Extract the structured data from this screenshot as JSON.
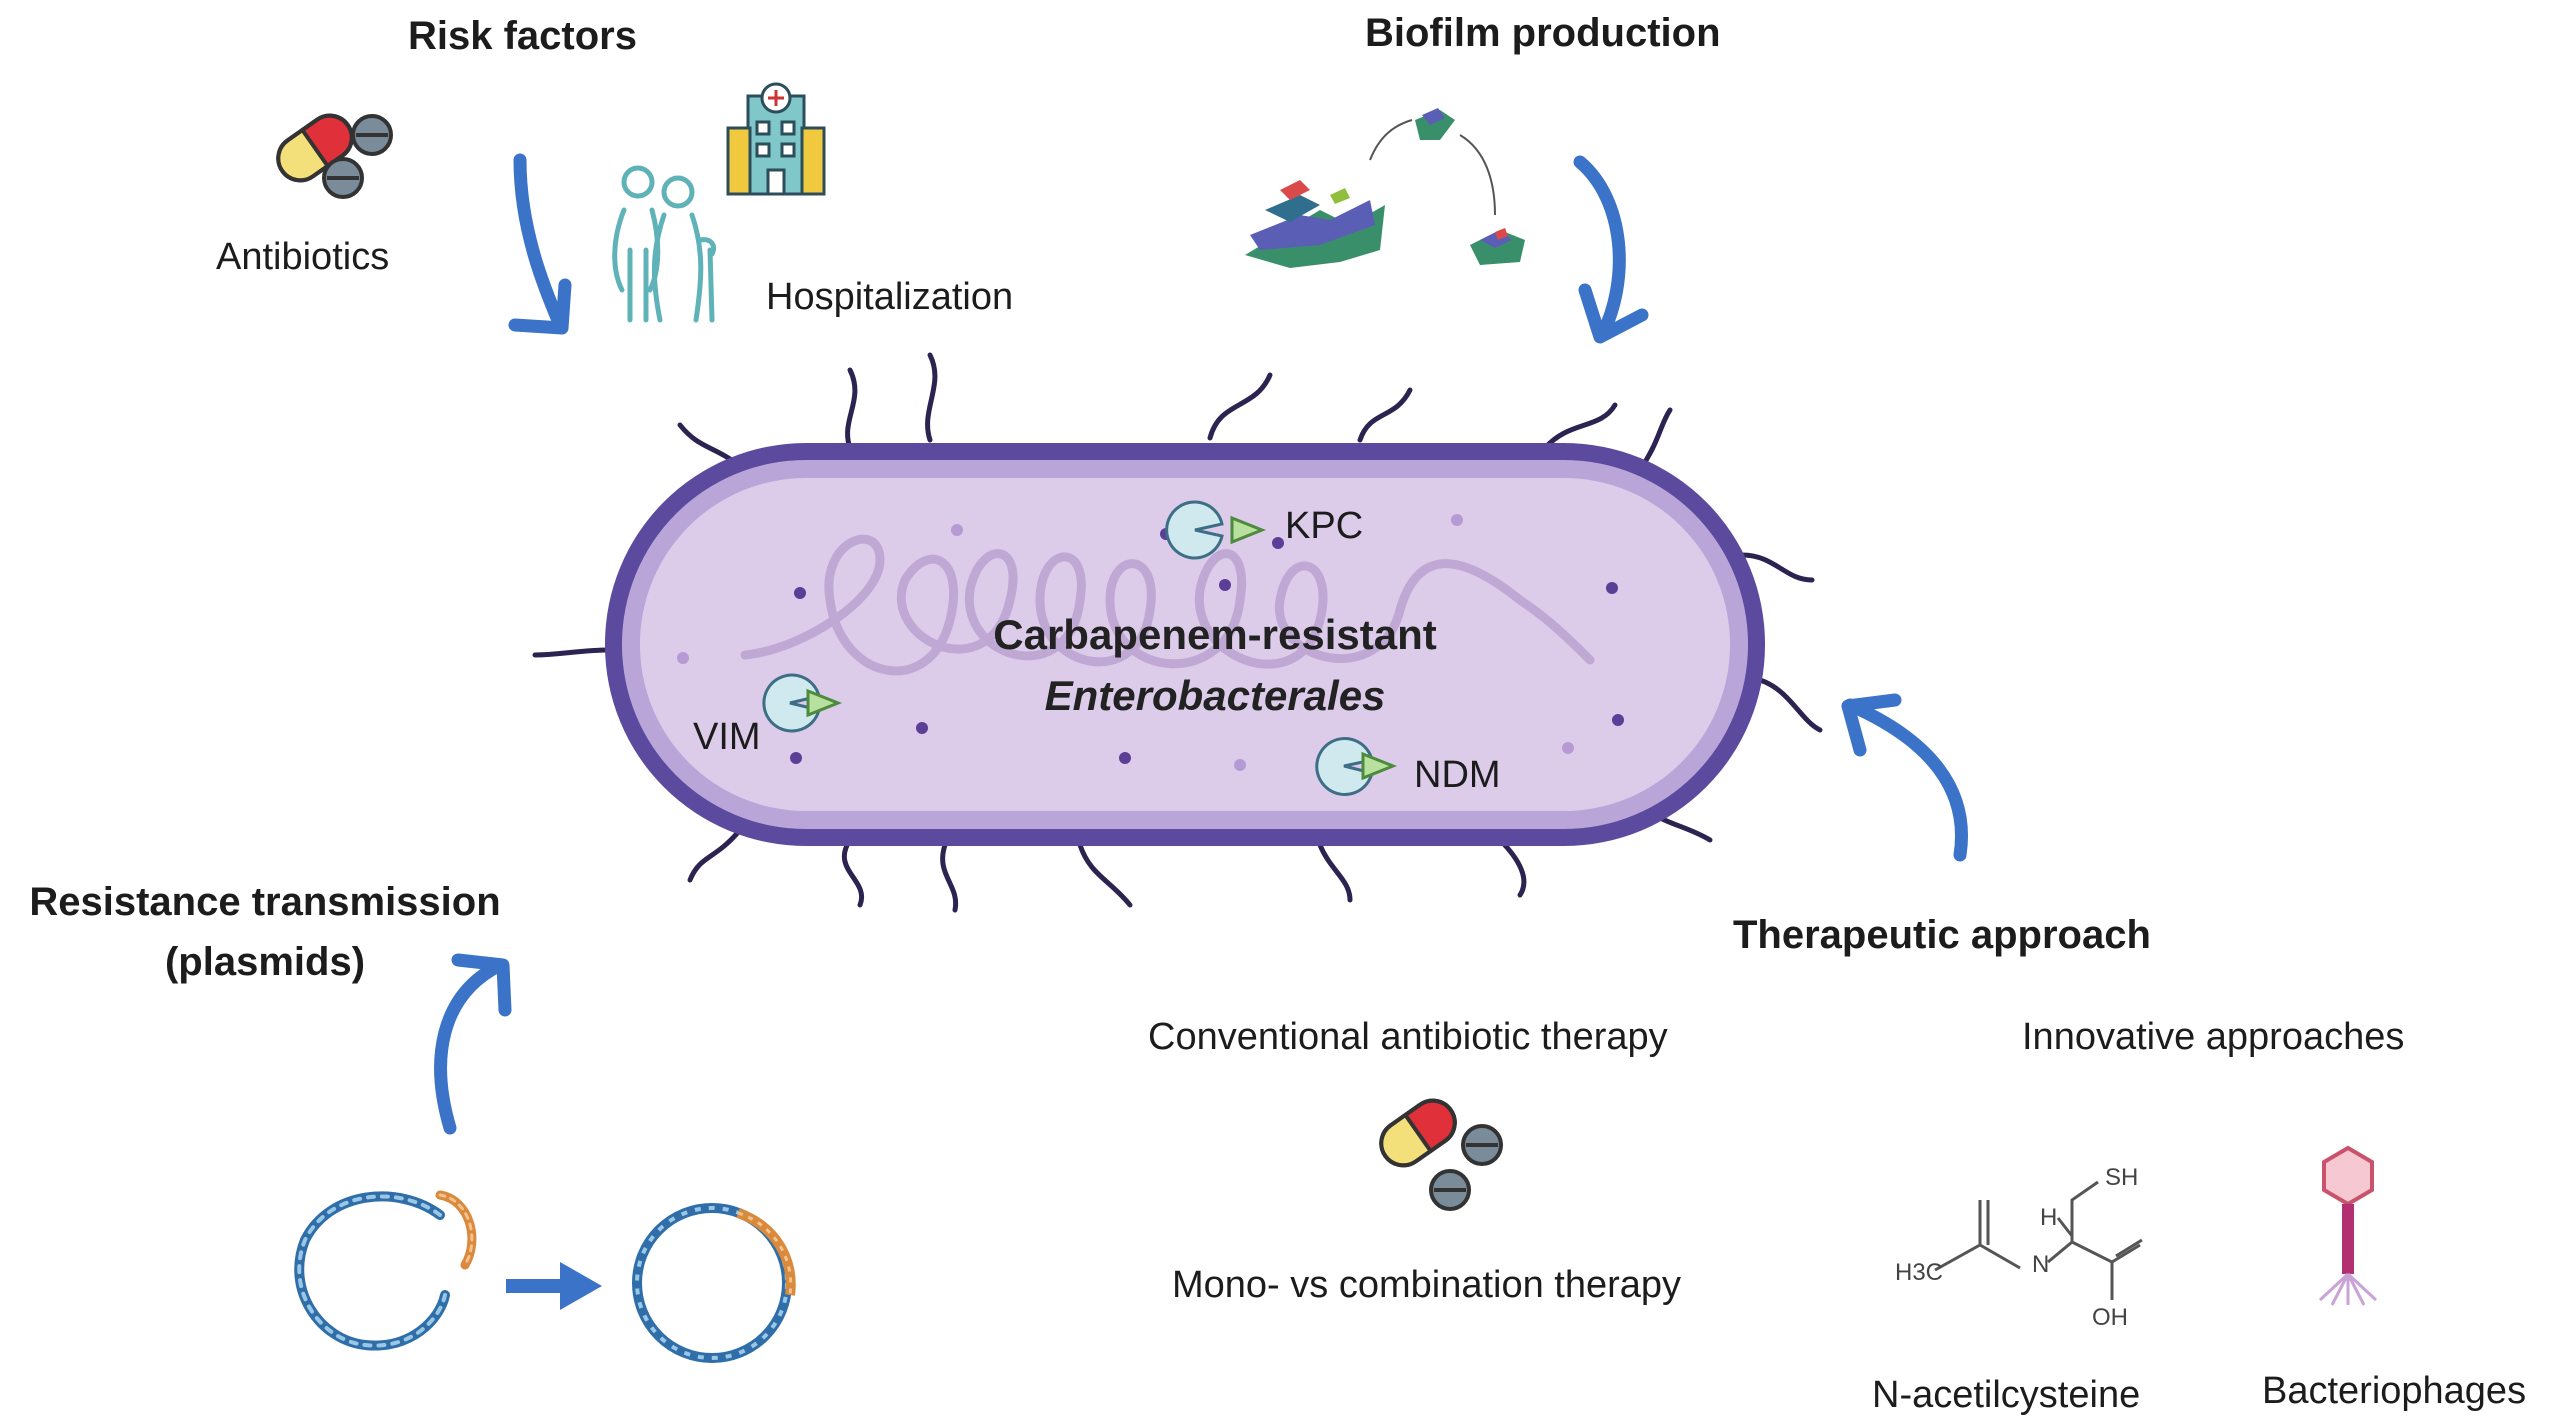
{
  "risk_factors": {
    "title": "Risk factors",
    "antibiotics": "Antibiotics",
    "hospitalization": "Hospitalization"
  },
  "biofilm": {
    "title": "Biofilm production"
  },
  "bacterium": {
    "title_line1": "Carbapenem-resistant",
    "title_line2": "Enterobacterales",
    "enzymes": [
      "KPC",
      "VIM",
      "NDM"
    ]
  },
  "resistance": {
    "title_line1": "Resistance transmission",
    "title_line2": "(plasmids)"
  },
  "therapy": {
    "title": "Therapeutic approach",
    "conventional": "Conventional antibiotic therapy",
    "mono": "Mono- vs combination therapy",
    "innovative": "Innovative approaches",
    "nac": "N-acetilcysteine",
    "phages": "Bacteriophages"
  },
  "nac_structure": {
    "sh": "SH",
    "h": "H",
    "nh": "N",
    "oh": "OH",
    "ch3": "H3C"
  },
  "colors": {
    "arrow": "#3b73c8",
    "cell_outer": "#6a58a8",
    "cell_inner": "#dccbea",
    "enzyme": "#cfe9ef"
  }
}
